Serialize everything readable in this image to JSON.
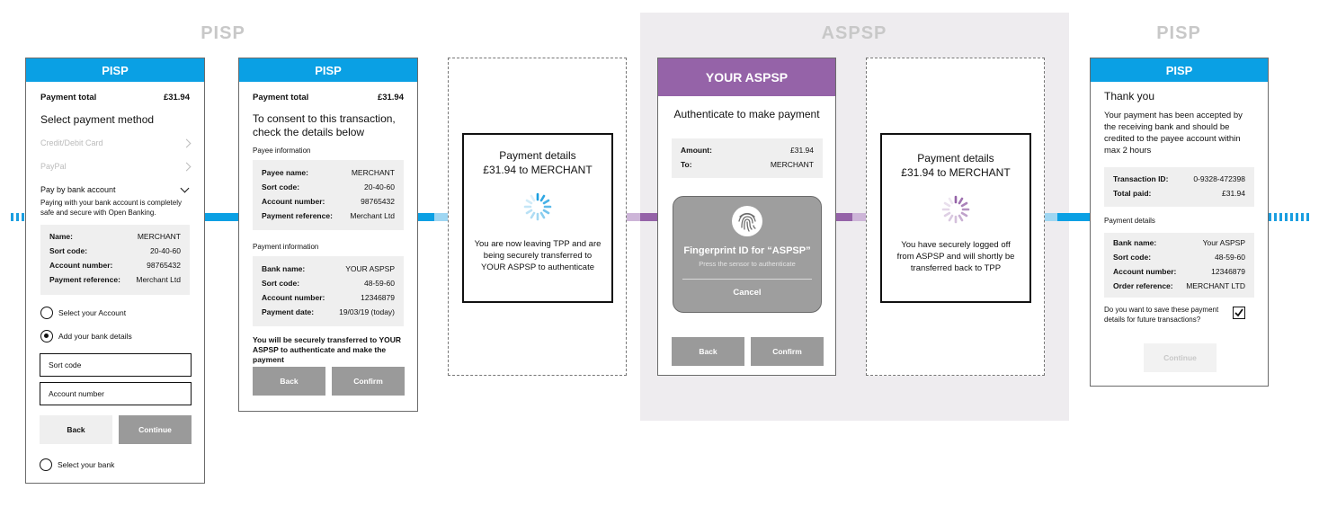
{
  "sections": {
    "left": "PISP",
    "middle": "ASPSP",
    "right": "PISP"
  },
  "colors": {
    "pisp": "#0aa0e4",
    "aspsp": "#9563a8",
    "pisp_light": "#9ed6f2",
    "aspsp_light": "#cdb5d8"
  },
  "screen1": {
    "header": "PISP",
    "total_label": "Payment total",
    "total_value": "£31.94",
    "title": "Select payment method",
    "methods": [
      "Credit/Debit Card",
      "PayPal",
      "Pay by bank account"
    ],
    "note": "Paying with your bank account is completely safe and secure with Open Banking.",
    "details": [
      {
        "k": "Name:",
        "v": "MERCHANT"
      },
      {
        "k": "Sort code:",
        "v": "20-40-60"
      },
      {
        "k": "Account number:",
        "v": "98765432"
      },
      {
        "k": "Payment reference:",
        "v": "Merchant Ltd"
      }
    ],
    "opt_select_account": "Select your Account",
    "opt_add_details": "Add your bank details",
    "sort_code_placeholder": "Sort code",
    "account_number_placeholder": "Account number",
    "back": "Back",
    "continue": "Continue",
    "select_bank": "Select your bank"
  },
  "screen2": {
    "header": "PISP",
    "total_label": "Payment total",
    "total_value": "£31.94",
    "title": "To consent to this transaction, check the details below",
    "payee_heading": "Payee information",
    "payee": [
      {
        "k": "Payee name:",
        "v": "MERCHANT"
      },
      {
        "k": "Sort code:",
        "v": "20-40-60"
      },
      {
        "k": "Account number:",
        "v": "98765432"
      },
      {
        "k": "Payment reference:",
        "v": "Merchant Ltd"
      }
    ],
    "payment_heading": "Payment information",
    "payment": [
      {
        "k": "Bank name:",
        "v": "YOUR ASPSP"
      },
      {
        "k": "Sort code:",
        "v": "48-59-60"
      },
      {
        "k": "Account number:",
        "v": "12346879"
      },
      {
        "k": "Payment date:",
        "v": "19/03/19 (today)"
      }
    ],
    "transfer_note": "You will be securely transferred to YOUR ASPSP to authenticate and make the payment",
    "back": "Back",
    "confirm": "Confirm"
  },
  "interstitial1": {
    "title": "Payment details",
    "amount": "£31.94 to MERCHANT",
    "message": "You are now leaving TPP and are being securely transferred to YOUR ASPSP to authenticate"
  },
  "screen3": {
    "header": "YOUR ASPSP",
    "title": "Authenticate to make payment",
    "rows": [
      {
        "k": "Amount:",
        "v": "£31.94"
      },
      {
        "k": "To:",
        "v": "MERCHANT"
      }
    ],
    "fingerprint_title": "Fingerprint ID for “ASPSP”",
    "fingerprint_sub": "Press the sensor to authenticate",
    "cancel": "Cancel",
    "back": "Back",
    "confirm": "Confirm"
  },
  "interstitial2": {
    "title": "Payment details",
    "amount": "£31.94 to MERCHANT",
    "message": "You have securely logged off from ASPSP and will shortly be transferred back to TPP"
  },
  "screen4": {
    "header": "PISP",
    "title": "Thank you",
    "message": "Your payment has been accepted by the receiving bank and should be credited to the payee account within max 2 hours",
    "summary": [
      {
        "k": "Transaction ID:",
        "v": "0-9328-472398"
      },
      {
        "k": "Total paid:",
        "v": "£31.94"
      }
    ],
    "details_heading": "Payment details",
    "details": [
      {
        "k": "Bank name:",
        "v": "Your ASPSP"
      },
      {
        "k": "Sort code:",
        "v": "48-59-60"
      },
      {
        "k": "Account number:",
        "v": "12346879"
      },
      {
        "k": "Order reference:",
        "v": "MERCHANT LTD"
      }
    ],
    "save_question": "Do you want to save these payment details for future transactions?",
    "continue": "Continue"
  }
}
